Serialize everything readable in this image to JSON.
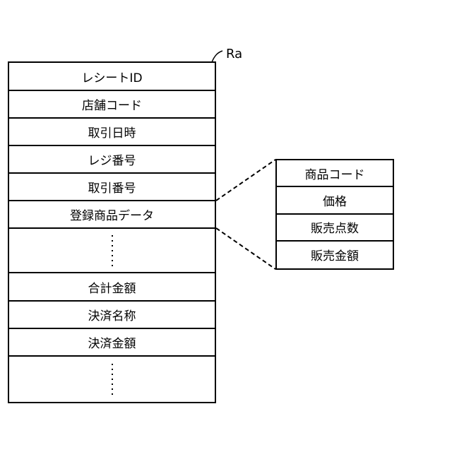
{
  "receipt_label": "Ra",
  "receipt_rows": [
    {
      "label": "レシートID",
      "h": 40
    },
    {
      "label": "店舗コード",
      "h": 39
    },
    {
      "label": "取引日時",
      "h": 39
    },
    {
      "label": "レジ番号",
      "h": 39
    },
    {
      "label": "取引番号",
      "h": 39
    },
    {
      "label": "登録商品データ",
      "h": 39
    },
    {
      "label": "",
      "ellipsis": true,
      "h": 63
    },
    {
      "label": "合計金額",
      "h": 40
    },
    {
      "label": "決済名称",
      "h": 39
    },
    {
      "label": "決済金額",
      "h": 39
    },
    {
      "label": "",
      "ellipsis": true,
      "h": 64
    }
  ],
  "product_rows": [
    {
      "label": "商品コード"
    },
    {
      "label": "価格"
    },
    {
      "label": "販売点数"
    },
    {
      "label": "販売金額"
    }
  ]
}
